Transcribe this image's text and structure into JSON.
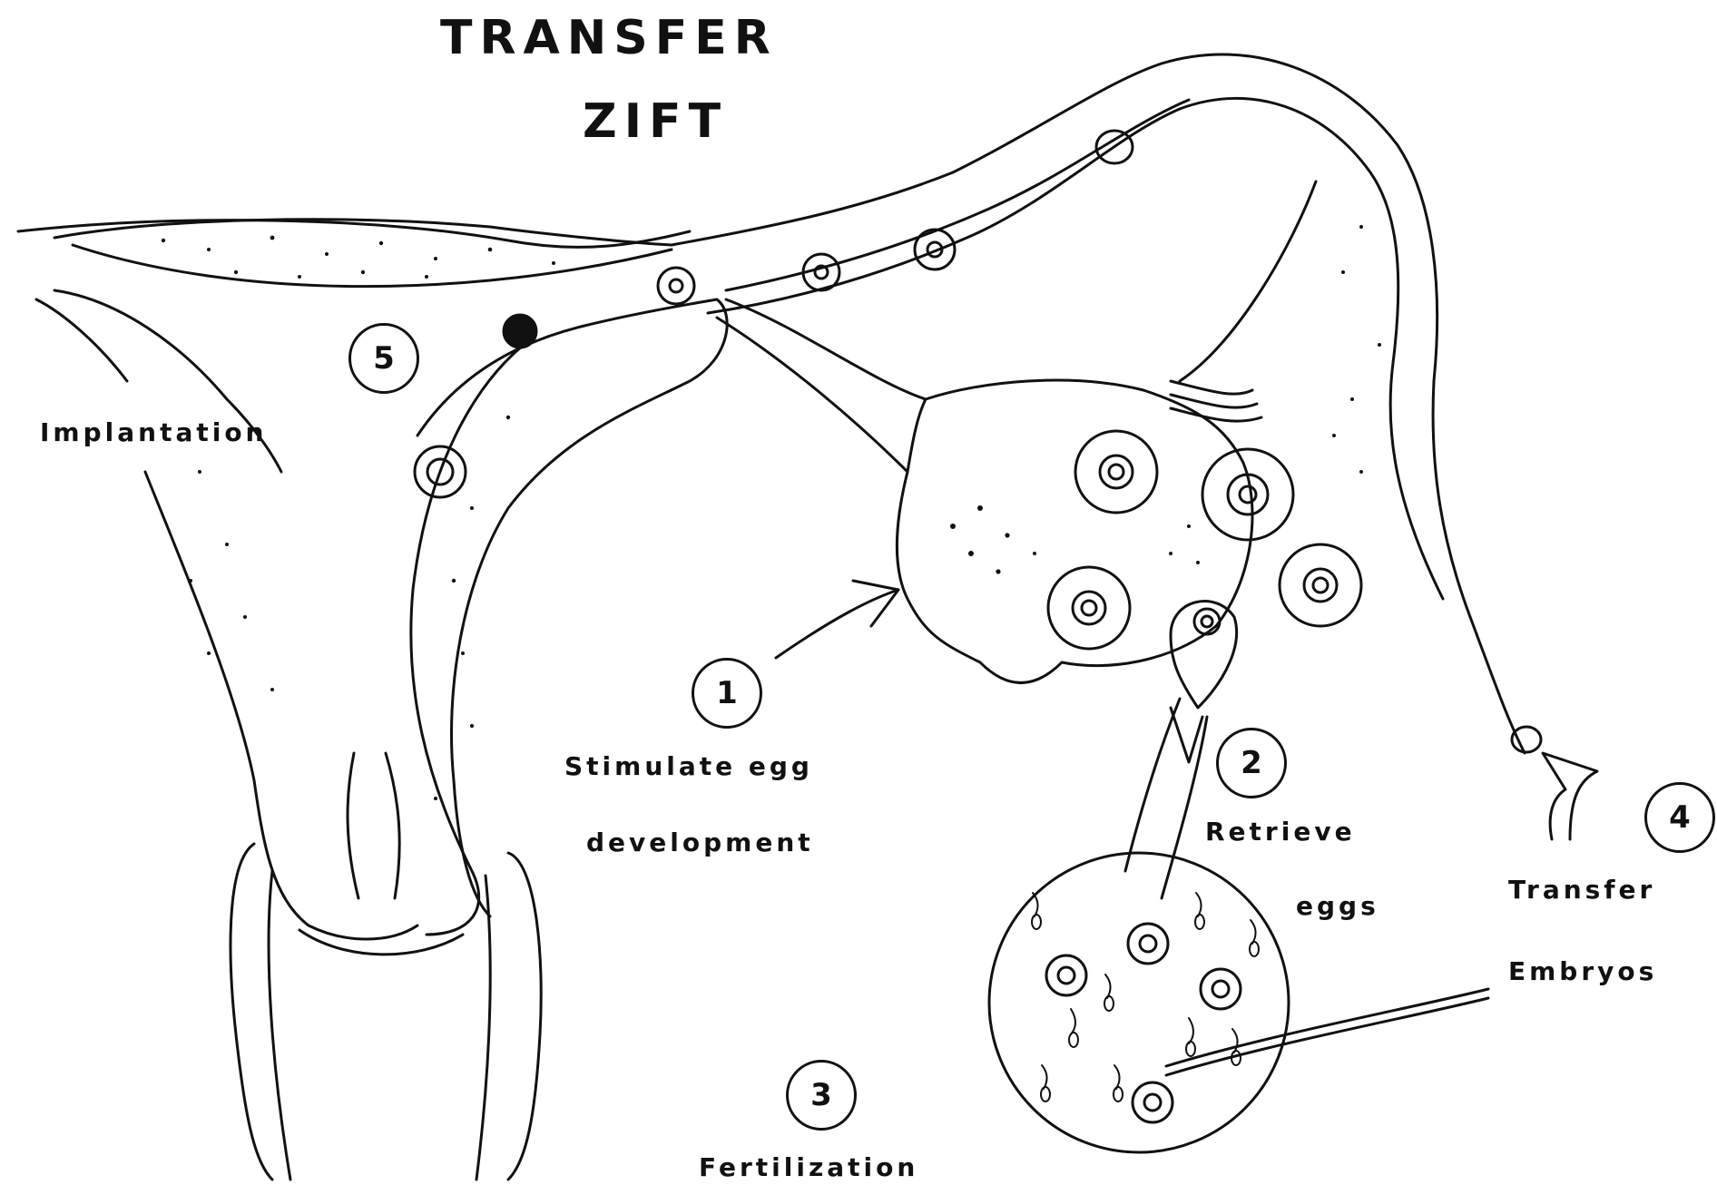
{
  "title": {
    "line1": "TRANSFER",
    "line2": "ZIFT"
  },
  "steps": [
    {
      "number": "1",
      "caption_lines": [
        "Stimulate egg",
        "development"
      ]
    },
    {
      "number": "2",
      "caption_lines": [
        "Retrieve",
        "eggs"
      ]
    },
    {
      "number": "3",
      "caption_lines": [
        "Fertilization"
      ]
    },
    {
      "number": "4",
      "caption_lines": [
        "Transfer",
        "Embryos"
      ]
    },
    {
      "number": "5",
      "caption_lines": [
        "Implantation"
      ]
    }
  ],
  "colors": {
    "ink": "#111111",
    "background": "#ffffff"
  }
}
